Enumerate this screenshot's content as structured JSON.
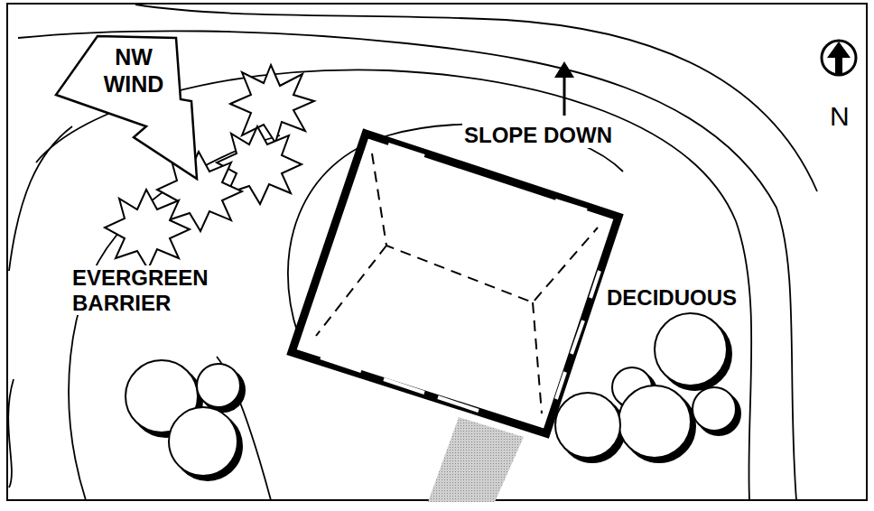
{
  "diagram": {
    "nodes": [
      {
        "text": [
          "NW WIND"
        ]
      }
    ],
    "labels": [
      "SLOPE DOWN",
      "EVERGREEN BARRIER",
      "DECIDUOUS",
      "N"
    ]
  }
}
